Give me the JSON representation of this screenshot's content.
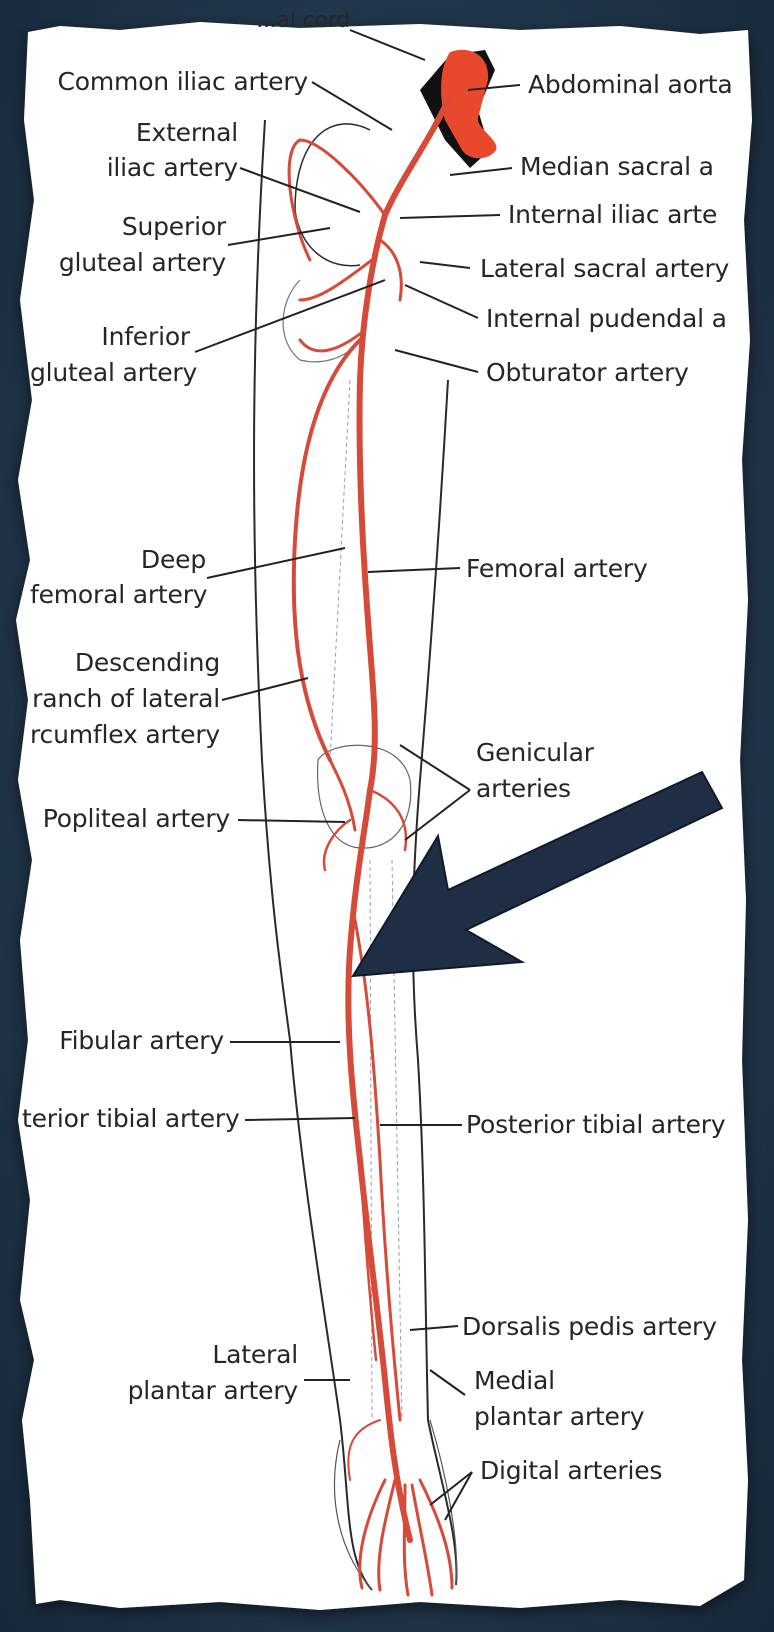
{
  "figure": {
    "labels_left": {
      "top_partial": "...al cord",
      "common_iliac": "Common iliac artery",
      "external_iliac_1": "External",
      "external_iliac_2": "iliac artery",
      "superior_gluteal_1": "Superior",
      "superior_gluteal_2": "gluteal artery",
      "inferior_gluteal_1": "Inferior",
      "inferior_gluteal_2": "gluteal artery",
      "deep_femoral_1": "Deep",
      "deep_femoral_2": "femoral artery",
      "descending_1": "Descending",
      "descending_2": "ranch of lateral",
      "descending_3": "rcumflex artery",
      "popliteal": "Popliteal artery",
      "fibular": "Fibular artery",
      "anterior_tibial": "terior tibial artery",
      "lateral_plantar_1": "Lateral",
      "lateral_plantar_2": "plantar artery"
    },
    "labels_right": {
      "abdominal_aorta": "Abdominal aorta",
      "median_sacral": "Median sacral a",
      "internal_iliac": "Internal iliac arte",
      "lateral_sacral": "Lateral sacral artery",
      "internal_pudendal": "Internal pudendal a",
      "obturator": "Obturator artery",
      "femoral": "Femoral artery",
      "genicular_1": "Genicular",
      "genicular_2": "arteries",
      "posterior_tibial": "Posterior tibial artery",
      "dorsalis_pedis": "Dorsalis pedis artery",
      "medial_plantar_1": "Medial",
      "medial_plantar_2": "plantar artery",
      "digital": "Digital arteries"
    },
    "colors": {
      "artery": "#d64a3a",
      "aorta": "#e8492c",
      "paper": "#ffffff",
      "arrow": "#1f2e44",
      "background": "#22374c"
    }
  }
}
